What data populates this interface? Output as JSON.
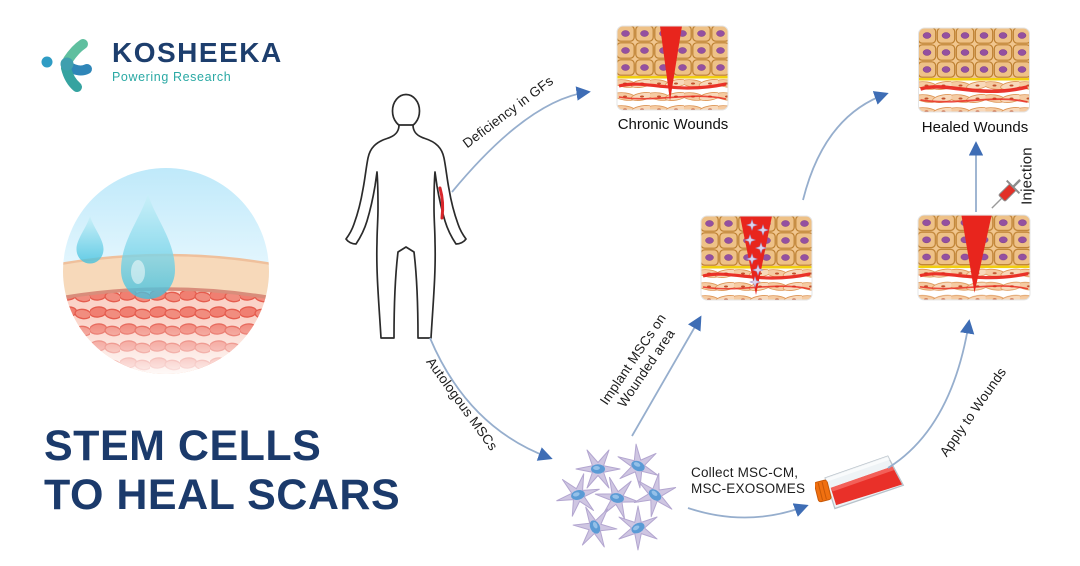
{
  "brand": {
    "name": "KOSHEEKA",
    "tagline": "Powering Research"
  },
  "title": {
    "line1": "STEM CELLS",
    "line2": "TO HEAL SCARS"
  },
  "diagram": {
    "labels": {
      "deficiency": "Deficiency in GFs",
      "chronic": "Chronic Wounds",
      "healed": "Healed Wounds",
      "autologous": "Autologous MSCs",
      "implant_line1": "Implant MSCs on",
      "implant_line2": "Wounded area",
      "collect_line1": "Collect MSC-CM,",
      "collect_line2": "MSC-EXOSOMES",
      "apply": "Apply to Wounds",
      "injection": "Injection"
    },
    "colors": {
      "brand_navy": "#1d3e6d",
      "brand_teal": "#2aa9a4",
      "title_navy": "#1b3a6b",
      "arrow_line": "#96aecd",
      "arrow_head": "#3e6db5",
      "wound_red": "#e8251d",
      "epidermis_tan": "#eec187",
      "cell_outline": "#bd8031",
      "nucleus_purple": "#9450a0",
      "basement_yellow": "#f2d011",
      "msc_lavender": "#cfc6e2",
      "msc_nucleus_blue": "#5b9bd5",
      "flask_cap_orange": "#f07010",
      "droplet_cyan": "#3fc0de"
    }
  }
}
